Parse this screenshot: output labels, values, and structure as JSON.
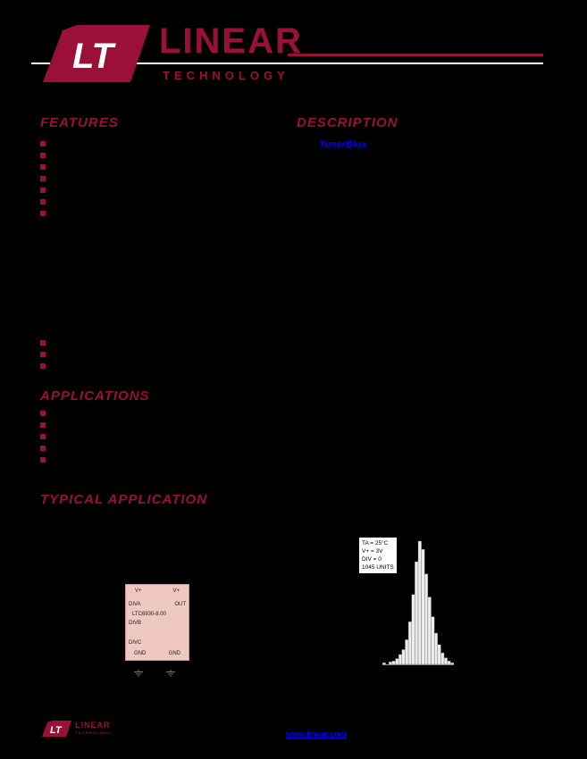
{
  "colors": {
    "background": "#000000",
    "accent": "#9b1038",
    "link_blue": "#0000ee",
    "chip_fill": "#f0c8c2",
    "bar_fill": "#ededed"
  },
  "logo": {
    "mark": "LT",
    "line1": "LINEAR",
    "line2": "TECHNOLOGY"
  },
  "sections": {
    "features": {
      "title": "FEATURES",
      "bullet_count": 7,
      "bullet_count_2": 3
    },
    "description": {
      "title": "DESCRIPTION",
      "brand_link": "TimerBlox"
    },
    "applications": {
      "title": "APPLICATIONS",
      "bullet_count": 5
    },
    "typical_application": {
      "title": "TYPICAL APPLICATION"
    }
  },
  "diagram": {
    "chip": {
      "part": "LTC6930-8.00",
      "pin_top_left": "V+",
      "pin_top_right": "V+",
      "pin_left_1": "DIVA",
      "pin_left_2": "DIVB",
      "pin_left_3": "DIVC",
      "pin_right_1": "OUT",
      "pin_bottom_left": "GND",
      "pin_bottom_right": "GND"
    }
  },
  "chart_data": {
    "type": "bar",
    "kind": "histogram",
    "title": "",
    "xlabel": "",
    "ylabel": "",
    "annotations": [
      "TA = 25°C",
      "V+ = 3V",
      "DIV = 0",
      "1045 UNITS"
    ],
    "values": [
      2,
      0,
      3,
      4,
      7,
      12,
      18,
      30,
      52,
      85,
      125,
      150,
      140,
      110,
      82,
      58,
      38,
      24,
      14,
      8,
      4,
      2
    ],
    "legend": false,
    "grid": false
  },
  "footer": {
    "link": "www.linear.com"
  }
}
